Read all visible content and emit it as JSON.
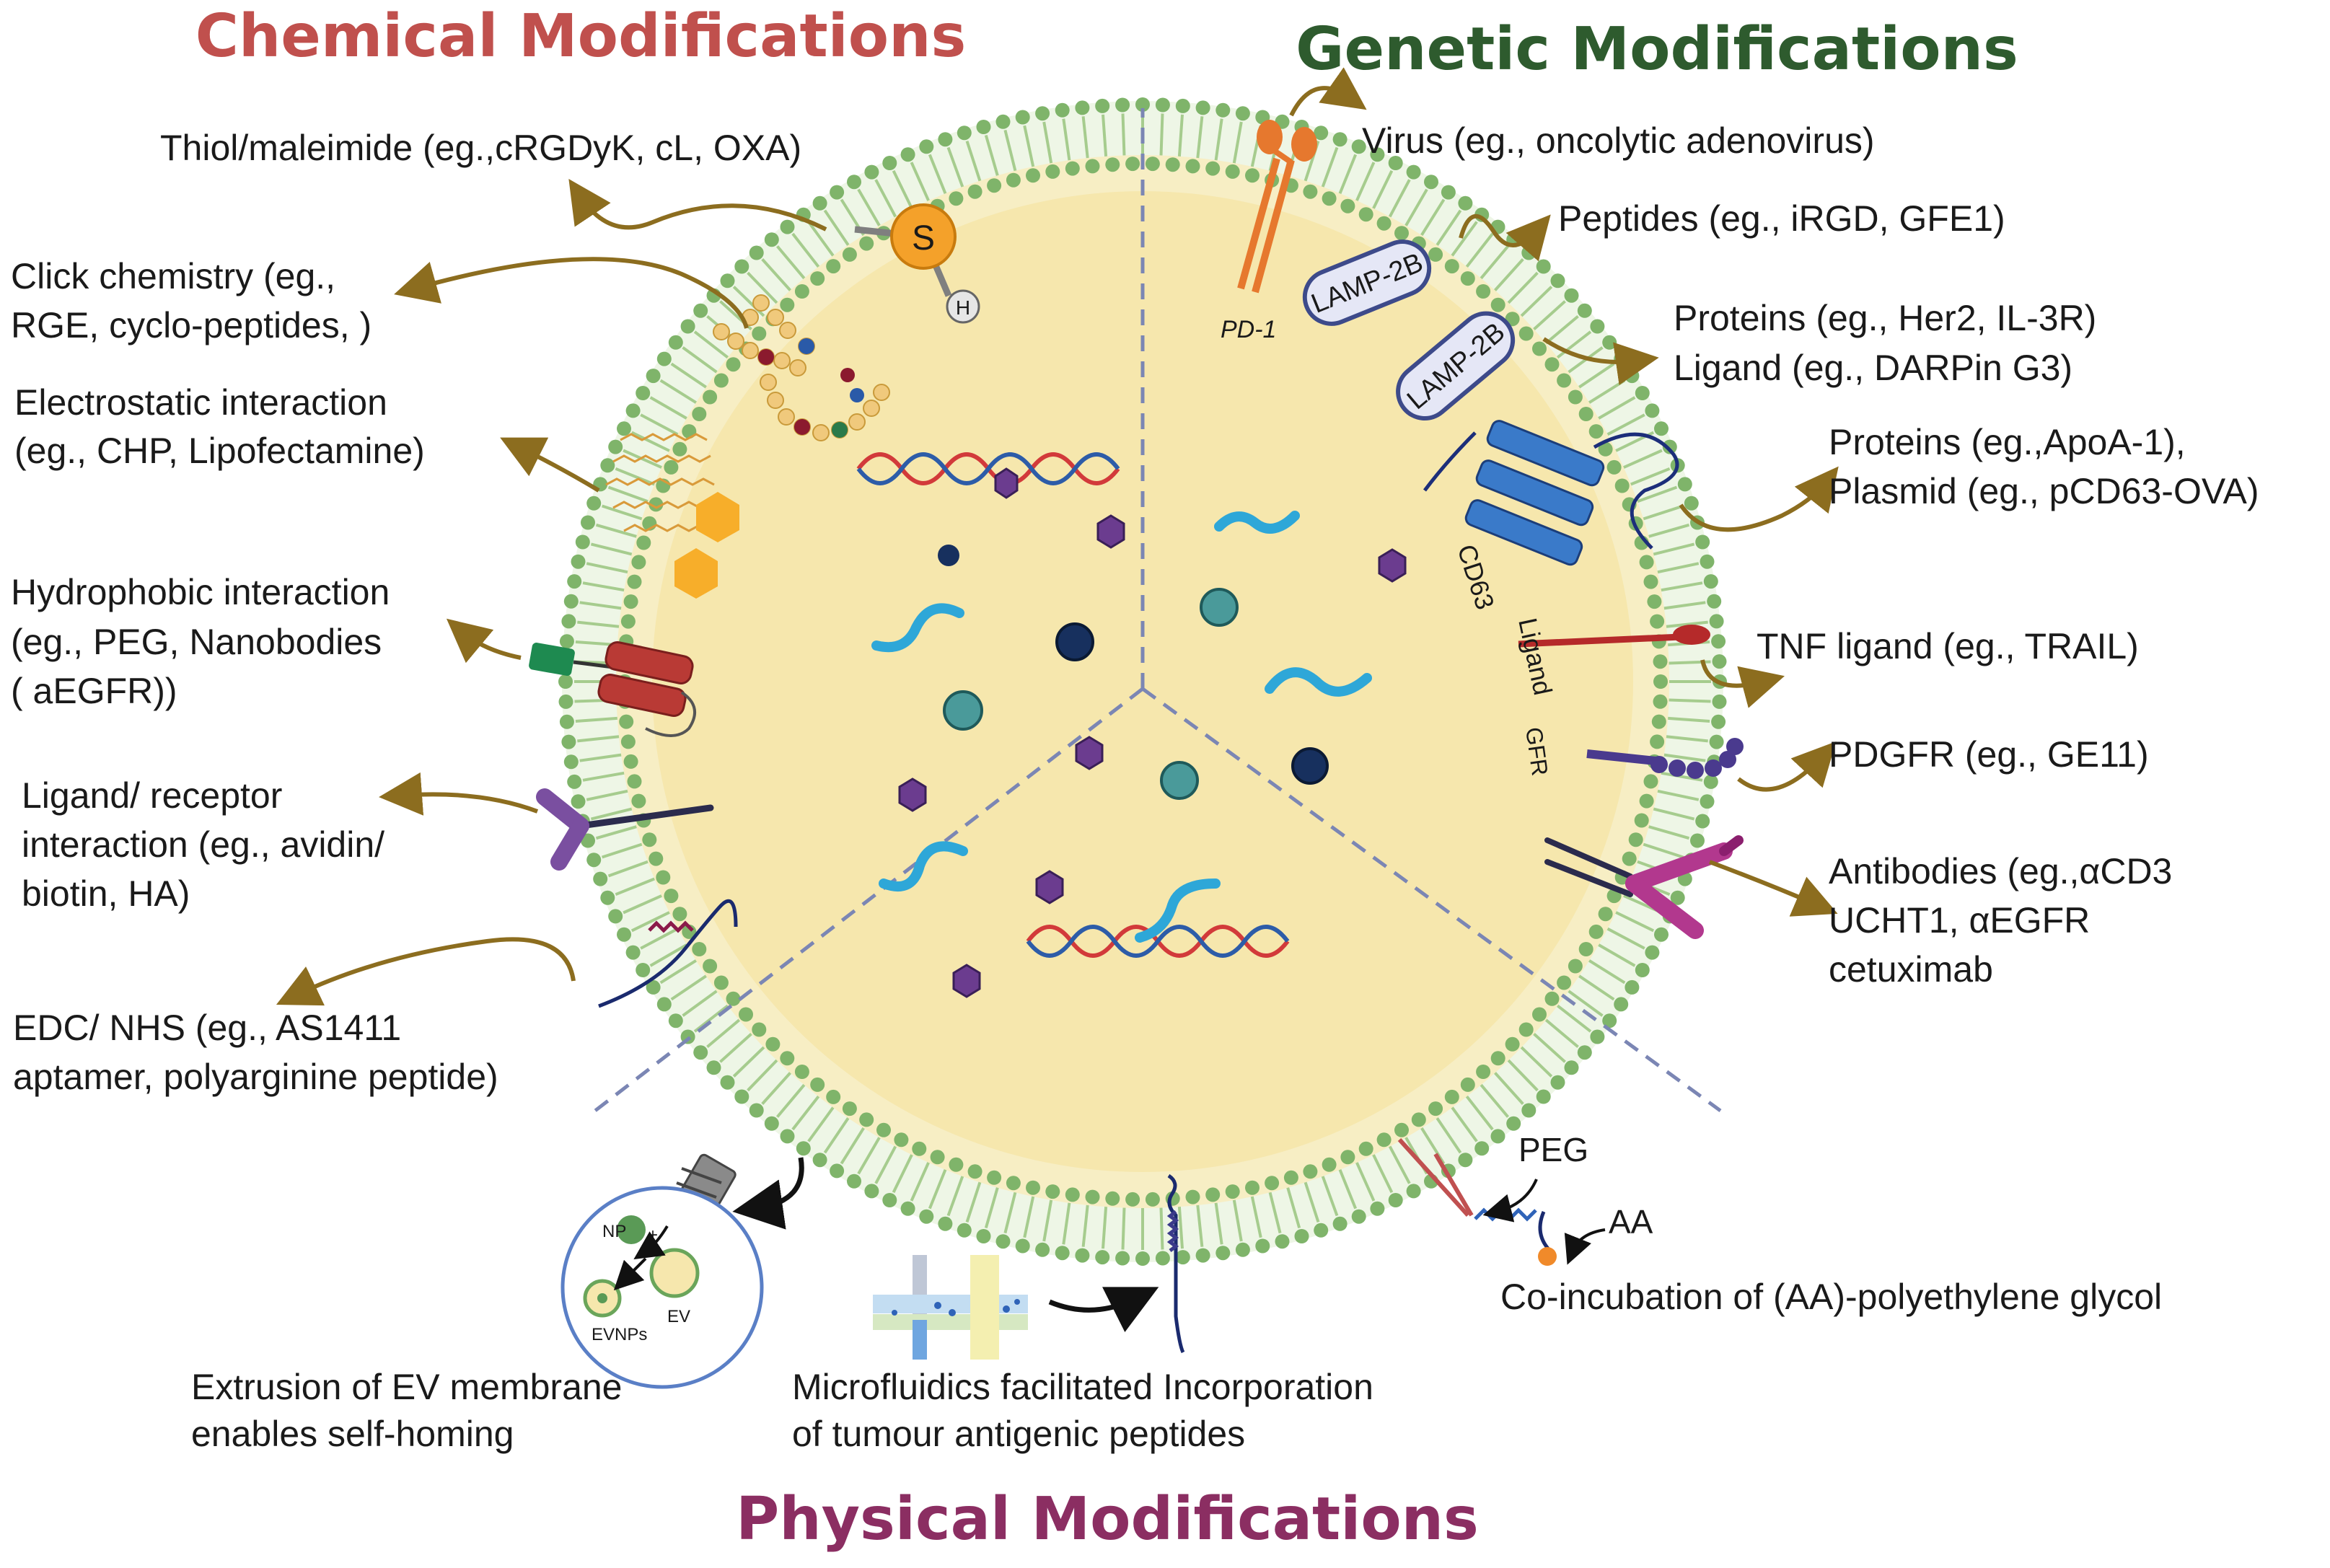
{
  "titles": {
    "chemical": "Chemical Modifications",
    "genetic": "Genetic Modifications",
    "physical": "Physical Modifications"
  },
  "colors": {
    "chemical": "#c0504d",
    "genetic": "#2e5b2e",
    "physical": "#8b2e62",
    "lumen": "#f6e7ad",
    "lipid_head": "#7fb46a",
    "arrow": "#8c6d1f"
  },
  "chemical_labels": {
    "thiol": "Thiol/maleimide  (eg.,cRGDyK, cL, OXA)",
    "click_1": "Click chemistry (eg.,",
    "click_2": "RGE, cyclo-peptides, )",
    "electro_1": "Electrostatic interaction",
    "electro_2": "(eg., CHP, Lipofectamine)",
    "hydro_1": "Hydrophobic interaction",
    "hydro_2": "(eg., PEG, Nanobodies",
    "hydro_3": "( aEGFR))",
    "ligand_1": "Ligand/ receptor",
    "ligand_2": "interaction (eg., avidin/",
    "ligand_3": "biotin, HA)",
    "edc_1": "EDC/ NHS (eg., AS1411",
    "edc_2": "aptamer, polyarginine peptide)"
  },
  "genetic_labels": {
    "virus": "Virus (eg., oncolytic adenovirus)",
    "peptides": "Peptides (eg., iRGD, GFE1)",
    "proteins_1": "Proteins (eg., Her2, IL-3R)",
    "proteins_2": "Ligand (eg., DARPin G3)",
    "apoa_1": "Proteins (eg.,ApoA-1),",
    "apoa_2": "Plasmid (eg., pCD63-OVA)",
    "tnf": "TNF ligand (eg., TRAIL)",
    "pdgfr": "PDGFR (eg., GE11)",
    "antibodies_1": "Antibodies (eg.,αCD3",
    "antibodies_2": "UCHT1, αEGFR",
    "antibodies_3": "cetuximab"
  },
  "physical_labels": {
    "extrusion_1": "Extrusion of EV membrane",
    "extrusion_2": "enables self-homing",
    "microfluidics_1": "Microfluidics facilitated Incorporation",
    "microfluidics_2": "of tumour antigenic peptides",
    "peg": "PEG",
    "aa": "AA",
    "coincubation": "Co-incubation of (AA)-polyethylene glycol",
    "np": "NP",
    "ev": "EV",
    "evnps": "EVNPs"
  },
  "membrane_labels": {
    "pd1": "PD-1",
    "lamp1": "LAMP-2B",
    "lamp2": "LAMP-2B",
    "cd63": "CD63",
    "ligand": "Ligand",
    "gfr": "GFR",
    "s": "S",
    "h": "H"
  }
}
